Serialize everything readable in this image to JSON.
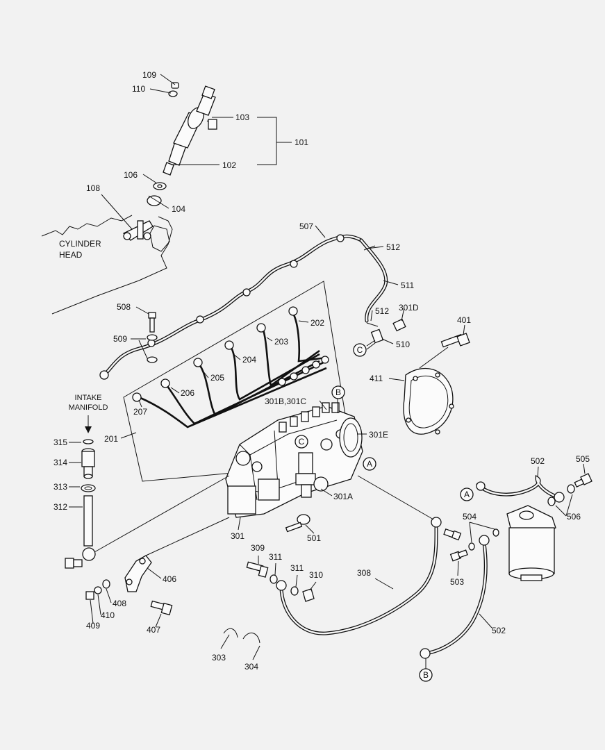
{
  "labels": {
    "109": "109",
    "110": "110",
    "103": "103",
    "101": "101",
    "102": "102",
    "106": "106",
    "108": "108",
    "104": "104",
    "507": "507",
    "512a": "512",
    "511": "511",
    "512b": "512",
    "301D": "301D",
    "510": "510",
    "401": "401",
    "411": "411",
    "508": "508",
    "509": "509",
    "202": "202",
    "203": "203",
    "204": "204",
    "205": "205",
    "206": "206",
    "207": "207",
    "201": "201",
    "301BC": "301B,301C",
    "301E": "301E",
    "301A": "301A",
    "301": "301",
    "501": "501",
    "315": "315",
    "314": "314",
    "313": "313",
    "312": "312",
    "502a": "502",
    "505": "505",
    "506": "506",
    "504": "504",
    "503": "503",
    "502b": "502",
    "309": "309",
    "311a": "311",
    "311b": "311",
    "310": "310",
    "308": "308",
    "406": "406",
    "408": "408",
    "410": "410",
    "409": "409",
    "407": "407",
    "303": "303",
    "304": "304"
  },
  "callouts": {
    "cylinder_head_1": "CYLINDER",
    "cylinder_head_2": "HEAD",
    "intake_1": "INTAKE",
    "intake_2": "MANIFOLD"
  },
  "connectors": {
    "c_left": "C",
    "c_pump": "C",
    "b_top": "B",
    "a_pump": "A",
    "a_right": "A",
    "b_bottom": "B"
  }
}
